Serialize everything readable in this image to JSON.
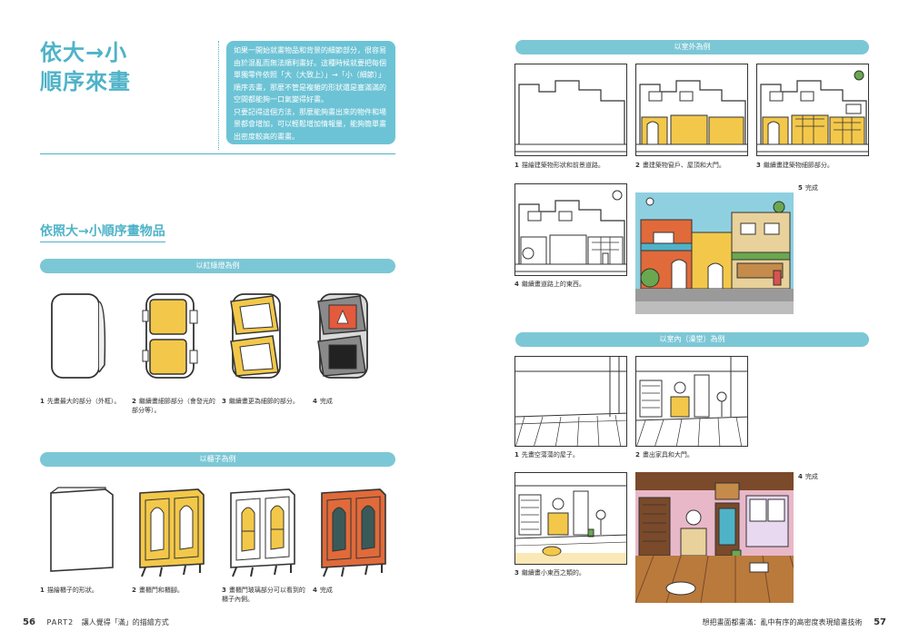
{
  "left": {
    "title_line1": "依大→小",
    "title_line2": "順序來畫",
    "info_para1": "如果一開始就畫物品和背景的細節部分，很容易由於混亂而無法順利畫好。這種時候就要把每個單獨零件依照「大（大致上）」→「小（細節）」順序去畫，那麼不管是複雜的形狀還是塞滿滿的空間都能夠一口氣變得好畫。",
    "info_para2": "只要記得這個方法，那麼能夠畫出來的物件和場景都會增加，可以輕鬆增加情報量，能夠簡單畫出密度較高的畫畫。",
    "section_title": "依照大→小順序畫物品",
    "traffic_label": "以紅綠燈為例",
    "traffic_steps": [
      {
        "num": "1",
        "text": "先畫最大的部分（外框）。"
      },
      {
        "num": "2",
        "text": "繼續畫細節部分（會發光的部分等）。"
      },
      {
        "num": "3",
        "text": "繼續畫更為細節的部分。"
      },
      {
        "num": "4",
        "text": "完成"
      }
    ],
    "cabinet_label": "以櫃子為例",
    "cabinet_steps": [
      {
        "num": "1",
        "text": "描繪櫃子的形狀。"
      },
      {
        "num": "2",
        "text": "畫櫃門和櫃腳。"
      },
      {
        "num": "3",
        "text": "畫櫃門玻璃部分可以看到的櫃子內側。"
      },
      {
        "num": "4",
        "text": "完成"
      }
    ],
    "page_number": "56",
    "footer_part": "PART2",
    "footer_text": "讓人覺得「滿」的描繪方式"
  },
  "right": {
    "outdoor_label": "以室外為例",
    "outdoor_steps": [
      {
        "num": "1",
        "text": "描繪建築物形狀和前景道路。"
      },
      {
        "num": "2",
        "text": "畫建築物窗戶、屋頂和大門。"
      },
      {
        "num": "3",
        "text": "繼續畫建築物細節部分。"
      },
      {
        "num": "4",
        "text": "繼續畫道路上的東西。"
      },
      {
        "num": "5",
        "text": "完成"
      }
    ],
    "indoor_label": "以室內（澡堂）為例",
    "indoor_steps": [
      {
        "num": "1",
        "text": "先畫空蕩蕩的屋子。"
      },
      {
        "num": "2",
        "text": "畫出家具和大門。"
      },
      {
        "num": "3",
        "text": "繼續畫小東西之類的。"
      },
      {
        "num": "4",
        "text": "完成"
      }
    ],
    "page_number": "57",
    "footer_text": "想把畫面都畫滿：亂中有序的高密度表現繪畫技術"
  },
  "colors": {
    "accent": "#4fb3c8",
    "pill": "#7cc7d6",
    "yellow": "#f3c84a",
    "orange": "#e06a3a",
    "red": "#d9534f",
    "green": "#6aa84f",
    "teal_bg": "#6cc3d5"
  }
}
